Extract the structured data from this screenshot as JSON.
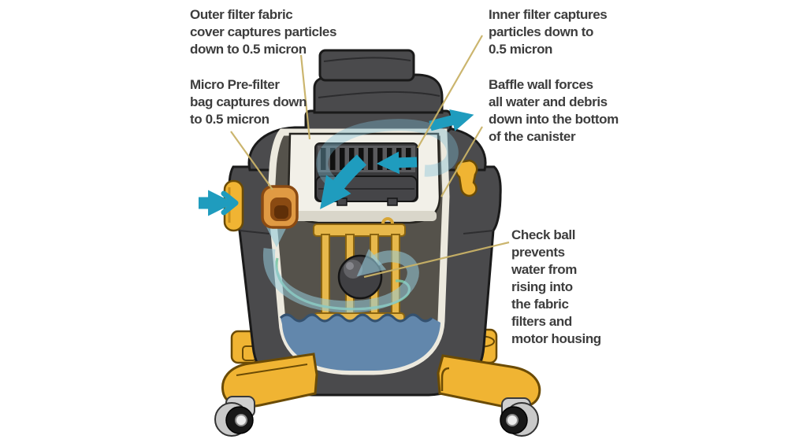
{
  "diagram": {
    "subject": "wet-dry vacuum filtration cutaway",
    "labels": {
      "outer_filter": {
        "text": "Outer filter fabric\ncover captures particles\ndown to 0.5 micron"
      },
      "inner_filter": {
        "text": "Inner filter captures\nparticles down to\n0.5 micron"
      },
      "micro_prefilter": {
        "text": "Micro Pre-filter\nbag captures down\nto 0.5 micron"
      },
      "baffle_wall": {
        "text": "Baffle wall forces\nall water and debris\ndown into the bottom\nof the canister"
      },
      "check_ball": {
        "text": "Check ball\nprevents\nwater from\nrising into\nthe fabric\nfilters and\nmotor housing"
      }
    }
  },
  "colors": {
    "background": "#ffffff",
    "label_text": "#3d3d3d",
    "leader_line": "#c9b267",
    "arrow_teal": "#1f9cbe",
    "arrow_translucent": "rgba(150,202,218,0.55)",
    "swirl_light": "rgba(125,190,212,0.38)",
    "swirl_green": "#7cc7a4",
    "body_gray": "#4a4a4c",
    "outline_dark": "#1a1a1a",
    "interior_gray": "#55524b",
    "cut_edge_ivory": "#ece9de",
    "filter_frame_white": "#f2f0e8",
    "cage_yellow": "#e7b84b",
    "latch_yellow": "#f0b433",
    "inlet_orange": "#e09a43",
    "inlet_orange_dark": "#8a4a12",
    "water_blue": "#6287ac",
    "ball_gray": "#404043",
    "wheel_tire": "#181818",
    "wheel_fork": "#cfcfcf"
  }
}
